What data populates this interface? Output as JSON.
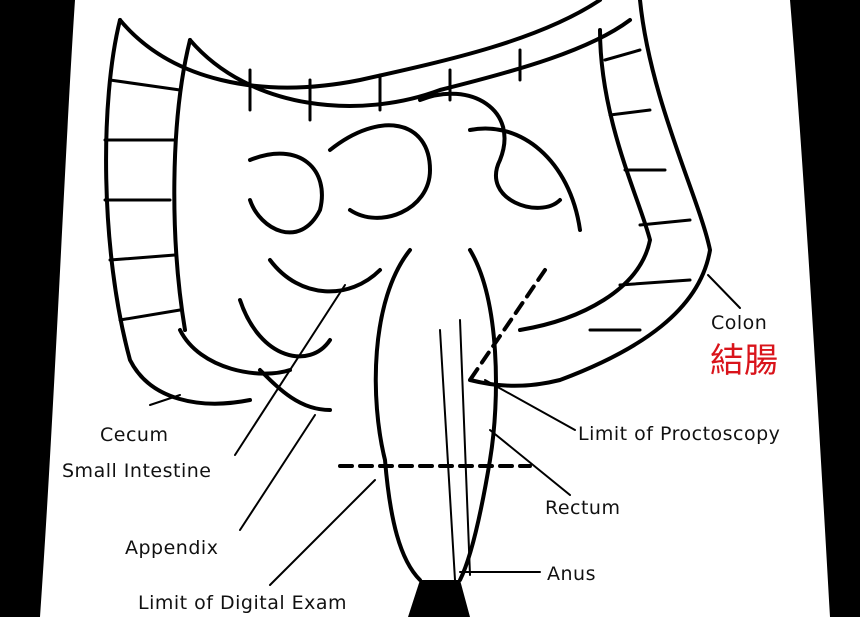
{
  "diagram": {
    "labels": {
      "colon": "Colon",
      "colon_chinese": "結腸",
      "limit_proctoscopy": "Limit of Proctoscopy",
      "rectum": "Rectum",
      "anus": "Anus",
      "cecum": "Cecum",
      "small_intestine": "Small Intestine",
      "appendix": "Appendix",
      "limit_digital_exam": "Limit of Digital Exam"
    },
    "colors": {
      "background": "#000000",
      "body": "#ffffff",
      "line": "#000000",
      "chinese_label": "#d9141b"
    }
  }
}
